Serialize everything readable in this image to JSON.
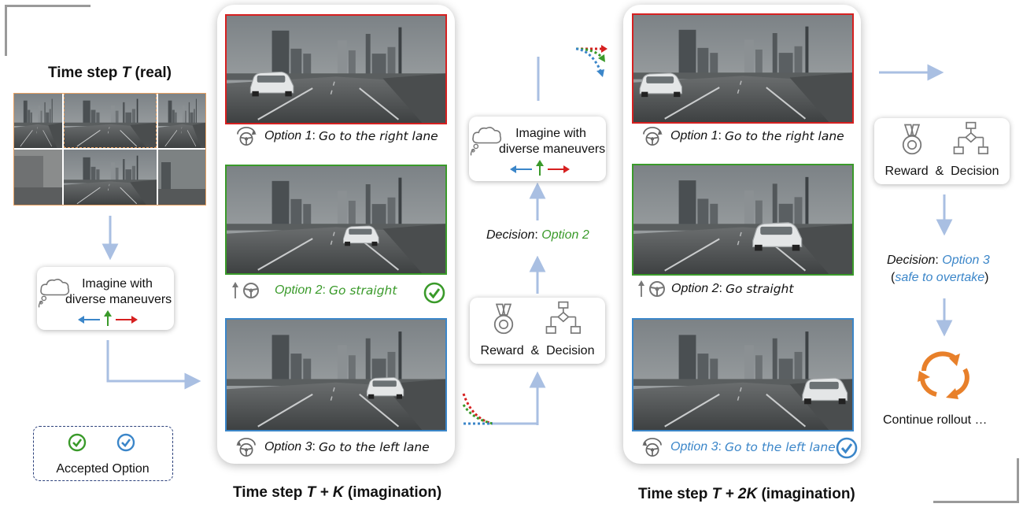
{
  "left": {
    "title_prefix": "Time step ",
    "title_var": "T",
    "title_suffix": " (real)",
    "imagine_line1": "Imagine with",
    "imagine_line2": "diverse maneuvers"
  },
  "legend": {
    "label": "Accepted Option"
  },
  "panel1": {
    "title_prefix": "Time step ",
    "title_var": "T + K",
    "title_suffix": "  (imagination)",
    "options": [
      {
        "num": "Option 1",
        "sep": ":",
        "action": "Go to the right lane",
        "color": "#d62020"
      },
      {
        "num": "Option 2",
        "sep": ":",
        "action": "Go straight",
        "color": "#3a9a2a"
      },
      {
        "num": "Option 3",
        "sep": ":",
        "action": "Go to the left lane",
        "color": "#3b86c9"
      }
    ]
  },
  "middle": {
    "imagine_line1": "Imagine with",
    "imagine_line2": "diverse maneuvers",
    "decision_label": "Decision",
    "decision_sep": ": ",
    "decision_value": "Option 2",
    "reward_label": "Reward",
    "amp": "&",
    "decision_word": "Decision"
  },
  "panel2": {
    "title_prefix": "Time step ",
    "title_var": "T + 2K",
    "title_suffix": "  (imagination)",
    "options": [
      {
        "num": "Option 1",
        "sep": ":",
        "action": "Go to the right lane"
      },
      {
        "num": "Option 2",
        "sep": ":",
        "action": "Go straight"
      },
      {
        "num": "Option 3",
        "sep": ":",
        "action": "Go to the left lane"
      }
    ]
  },
  "right": {
    "reward_label": "Reward",
    "amp": "&",
    "decision_word": "Decision",
    "decision_label": "Decision",
    "decision_sep": ": ",
    "decision_value": "Option 3",
    "note_open": "(",
    "note": "safe to overtake",
    "note_close": ")",
    "continue": "Continue rollout …"
  },
  "colors": {
    "red": "#d62020",
    "green": "#3a9a2a",
    "blue": "#3b86c9",
    "arrow": "#a9bfe2",
    "orange": "#e8802a"
  }
}
